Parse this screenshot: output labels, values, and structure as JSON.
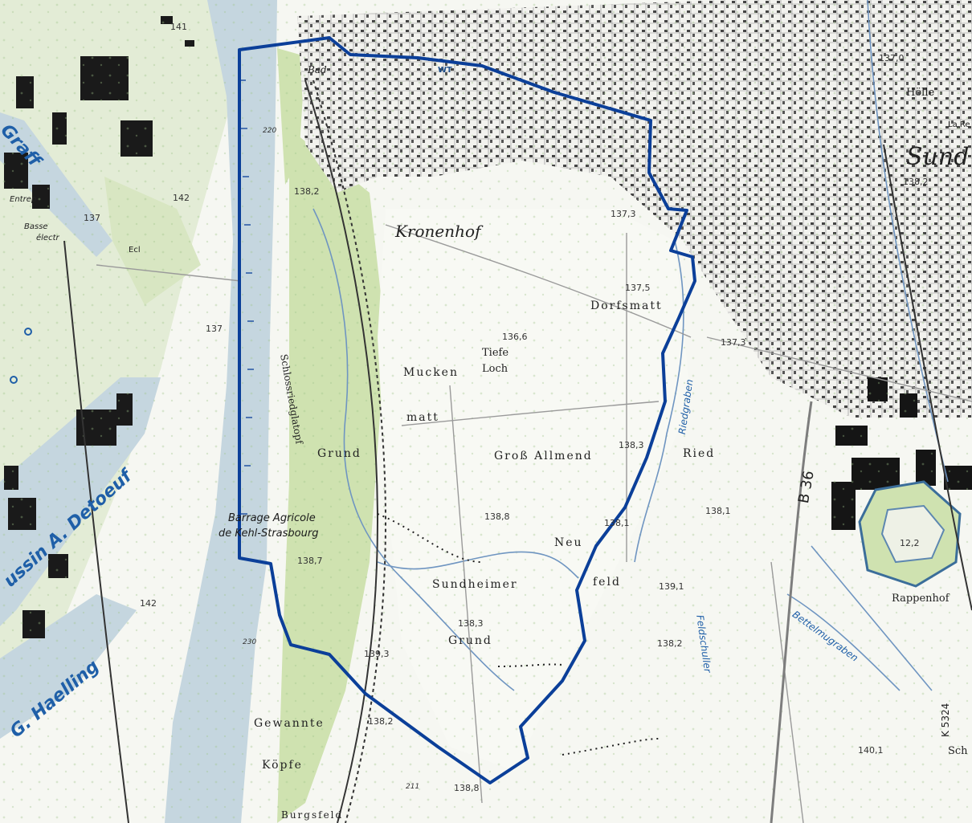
{
  "map": {
    "boundary_color": "#0b3f99",
    "water_color": "#c5d6df",
    "forest_color": "#cfe2b0",
    "labels": {
      "bad": "Bad",
      "kronenhof": "Kronenhof",
      "dorfmatt": "Dorfsmatt",
      "tiefe": "Tiefe",
      "loch": "Loch",
      "mucken": "Mucken",
      "matt": "matt",
      "gross_allmend": "Groß Allmend",
      "ried": "Ried",
      "grund_upper": "Grund",
      "neu": "Neu",
      "feld": "feld",
      "sundheimer": "Sundheimer",
      "grund_lower": "Grund",
      "gewannte": "Gewannte",
      "kopfe": "Köpfe",
      "burgsfeld": "Burgsfeld",
      "hoelle": "Hölle",
      "sund": "Sund",
      "la_re": "La Re",
      "rappenhof": "Rappenhof",
      "sch": "Sch",
      "schlossriedglatopf": "Schlossriedglatopf",
      "riedgraben": "Riedgraben",
      "feldschuller": "Feldschuller",
      "bettelmugraben": "Bettelmugraben",
      "b36": "B 36",
      "k5324": "K 5324",
      "ecl": "Ecl",
      "entrep": "Entrep",
      "basse": "Basse",
      "electr": "électr",
      "graff": "Graff",
      "bassin_detoeuf": "ussin A. Detoeuf",
      "haelling": "G. Haelling",
      "barrage_1": "Barrage Agricole",
      "barrage_2": "de Kehl-Strasbourg",
      "wt": "WT"
    },
    "elevations": {
      "e141": "141",
      "e142a": "142",
      "e137a": "137",
      "e137b": "137",
      "e142b": "142",
      "e138_2a": "138,2",
      "e137_3a": "137,3",
      "e137_5": "137,5",
      "e136_6": "136,6",
      "e137_3b": "137,3",
      "e138_3": "138,3",
      "e138_1a": "138,1",
      "e138_8a": "138,8",
      "e138_1b": "138,1",
      "e138_7": "138,7",
      "e139_1": "139,1",
      "e138_3b": "138,3",
      "e139_3": "139,3",
      "e138_2b": "138,2",
      "e138_2c": "138,2",
      "e138_8b": "138,8",
      "e140_1": "140,1",
      "e137_0": "137,0",
      "e138_2d": "138,2",
      "e12_2": "12,2",
      "e220": "220",
      "e230": "230",
      "e211": "211"
    }
  }
}
